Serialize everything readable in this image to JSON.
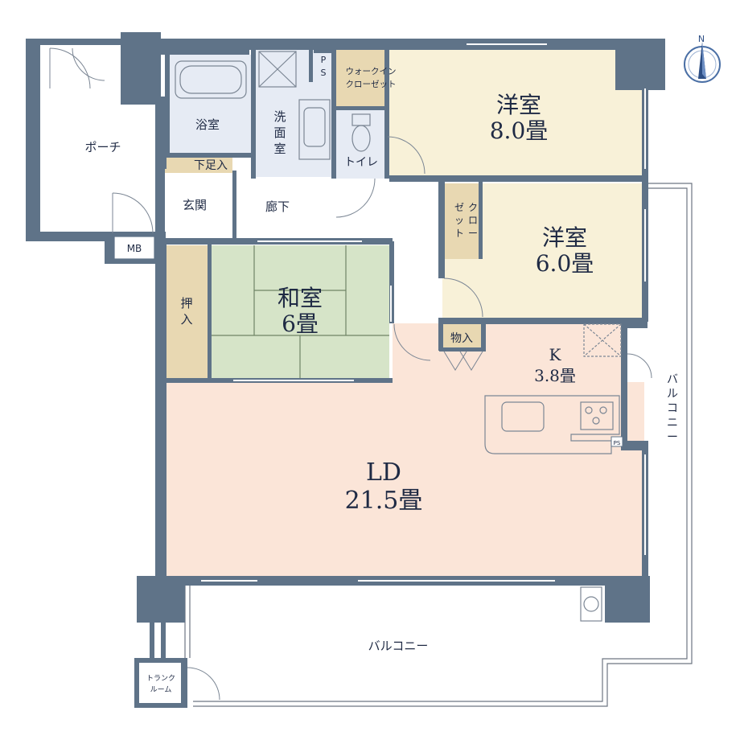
{
  "rooms": {
    "youshitsu1": {
      "name": "洋室",
      "size": "8.0畳"
    },
    "youshitsu2": {
      "name": "洋室",
      "size": "6.0畳"
    },
    "washitsu": {
      "name": "和室",
      "size": "6畳"
    },
    "ld": {
      "name": "LD",
      "size": "21.5畳"
    },
    "kitchen": {
      "name": "K",
      "size": "3.8畳"
    },
    "yokushitsu": "浴室",
    "senmen": [
      "洗",
      "面",
      "室"
    ],
    "toilet": "トイレ",
    "genkan": "玄関",
    "rouka": "廊下",
    "porch": "ポーチ",
    "geta": "下足入",
    "oshiire": [
      "押",
      "入"
    ],
    "wic": [
      "ウォークイン",
      "クローゼット"
    ],
    "closet": {
      "col1": [
        "ク",
        "ロ",
        "ー"
      ],
      "col2": [
        "ゼ",
        "ッ",
        "ト"
      ]
    },
    "monoire": "物入",
    "ps_top": [
      "P",
      "S"
    ],
    "ps_kitchen": "PS",
    "mb": "MB",
    "trunk": [
      "トランク",
      "ルーム"
    ],
    "balcony_south": "バルコニー",
    "balcony_east": [
      "バ",
      "ル",
      "コ",
      "ニ",
      "ー"
    ]
  },
  "compass": {
    "north_label": "N",
    "icon": "compass-icon"
  },
  "colors": {
    "western_room": "#f8f1d8",
    "japanese_room": "#d6e4c8",
    "ld_kitchen": "#fbe5d8",
    "wet_area": "#e6ebf4",
    "storage": "#e8d8b2",
    "hall": "#ffffff",
    "wall": "#5f7388",
    "text": "#1f2a44"
  }
}
